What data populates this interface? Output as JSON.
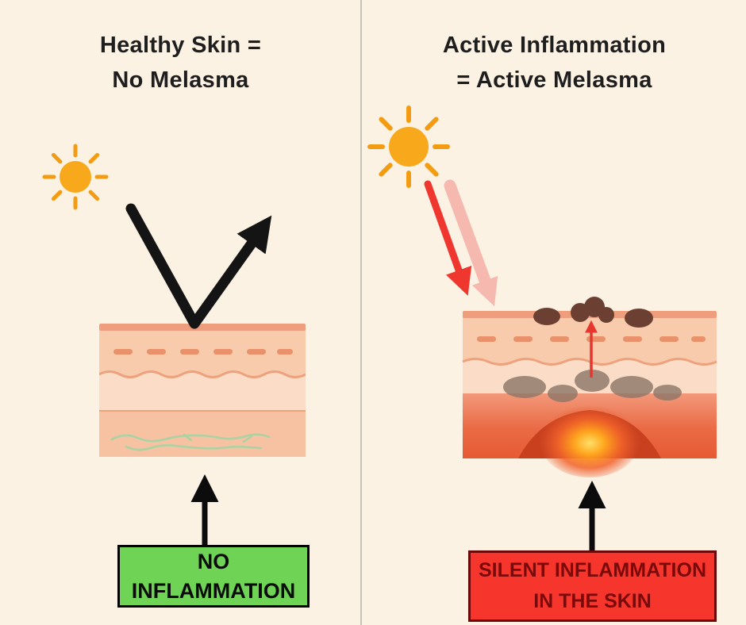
{
  "left_panel": {
    "title_line1": "Healthy Skin =",
    "title_line2": "No Melasma",
    "label_line1": "NO",
    "label_line2": "INFLAMMATION"
  },
  "right_panel": {
    "title_line1": "Active Inflammation",
    "title_line2": "= Active Melasma",
    "label_line1": "SILENT INFLAMMATION",
    "label_line2": "IN THE SKIN"
  },
  "colors": {
    "background": "#FBF2E4",
    "title_text": "#1E1E1E",
    "no_inflammation_box_bg": "#6FD455",
    "no_inflammation_box_border": "#000000",
    "no_inflammation_text": "#0B0B0B",
    "silent_inflammation_box_bg": "#F6362C",
    "silent_inflammation_box_border": "#6E0808",
    "silent_inflammation_text": "#7A0909",
    "sun": "#F7A81B",
    "sun_rays": "#F39C12",
    "uv_arrow_red": "#EF3730",
    "uv_arrow_pink": "#F5ABA4",
    "bounce_arrow_black": "#141414",
    "skin_tone": "#F8CBAD",
    "melasma_spot_brown": "#6B4033",
    "vein_green": "#A9D3A4",
    "inflammation_glow": "#FFA51E"
  },
  "icons": {
    "left_sun": "sun-icon",
    "right_sun": "sun-icon"
  }
}
